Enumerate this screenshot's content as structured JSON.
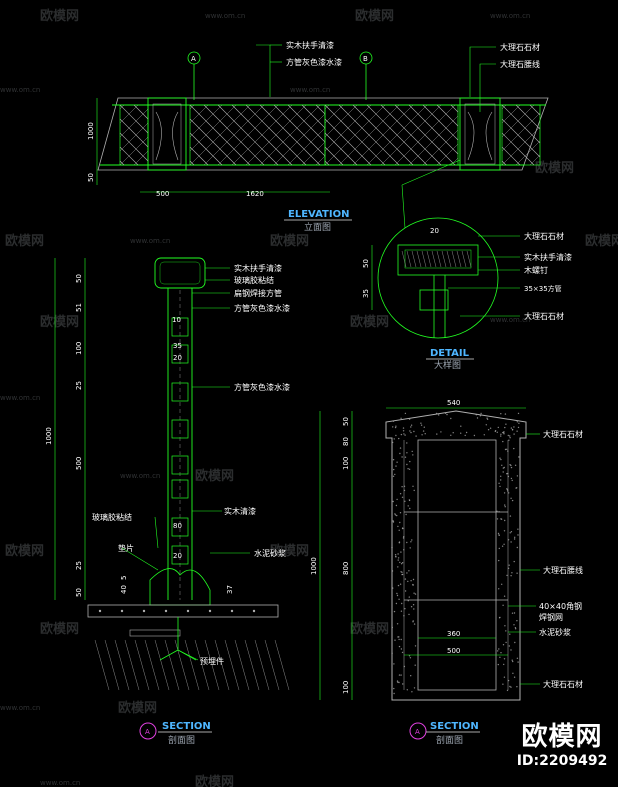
{
  "watermark": {
    "brand": "欧模网",
    "site": "www.om.cn"
  },
  "brand_badge": {
    "name": "欧模网",
    "id": "ID:2209492"
  },
  "elevation": {
    "title": "ELEVATION",
    "subtitle": "立面图",
    "markers": [
      "A",
      "B"
    ],
    "labels": {
      "rail": "实木扶手清漆",
      "pipe": "方管灰色漆水漆",
      "stone": "大理石石材",
      "lines": "大理石腰线"
    },
    "dims": {
      "h1": "1000",
      "h2": "50",
      "w1": "500",
      "w2": "1620"
    }
  },
  "detail": {
    "title": "DETAIL",
    "subtitle": "大样图",
    "labels": {
      "stone1": "大理石石材",
      "rail": "实木扶手清漆",
      "nail": "木螺钉",
      "pipe": "35×35方管",
      "stone2": "大理石石材"
    },
    "dims": {
      "d1": "20",
      "d2": "50",
      "d3": "35"
    }
  },
  "section_a": {
    "title": "SECTION",
    "subtitle": "剖面图",
    "marker": "A",
    "labels": {
      "rail": "实木扶手清漆",
      "glue": "玻璃胶粘结",
      "steel": "扁钢焊接方管",
      "pipe": "方管灰色漆水漆",
      "pipe2": "方管灰色漆水漆",
      "wood": "实木清漆",
      "sealant": "玻璃胶粘结",
      "shim": "垫片",
      "mortar": "水泥砂浆",
      "anchor": "预埋件"
    },
    "dims": {
      "v1": "50",
      "v2": "51",
      "v3": "100",
      "v4": "25",
      "v5": "500",
      "v6": "25",
      "v7": "50",
      "vtotal": "1000",
      "t1": "10",
      "t2": "35",
      "t3": "20",
      "t4": "80",
      "t5": "20",
      "t6": "40",
      "t7": "5",
      "t8": "37"
    }
  },
  "section_b": {
    "title": "SECTION",
    "subtitle": "剖面图",
    "marker": "A",
    "labels": {
      "stone1": "大理石石材",
      "lines": "大理石腰线",
      "steel": "40×40角钢",
      "steel2": "焊钢网",
      "mortar": "水泥砂浆",
      "stone2": "大理石石材"
    },
    "dims": {
      "top": "540",
      "v1": "50",
      "v2": "80",
      "v3": "100",
      "v4": "800",
      "v5": "100",
      "vtotal": "1000",
      "in1": "360",
      "in2": "500"
    }
  },
  "colors": {
    "line": "#22ff22",
    "text": "#ffffff",
    "title": "#4fb6ff",
    "marker": "#e040e0",
    "grey": "#b0b0b0"
  }
}
